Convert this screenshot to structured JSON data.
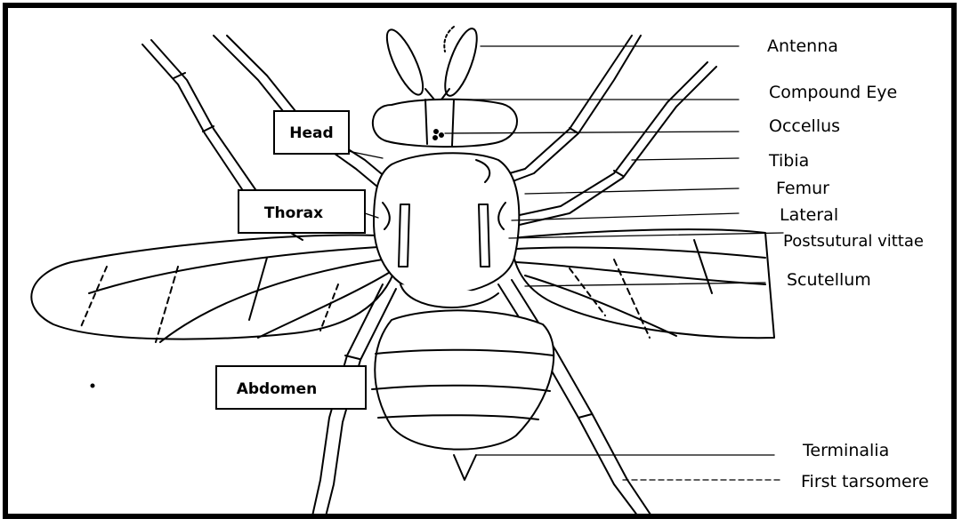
{
  "diagram": {
    "box_labels": {
      "head": "Head",
      "thorax": "Thorax",
      "abdomen": "Abdomen"
    },
    "callouts": {
      "antenna": "Antenna",
      "compound_eye": "Compound Eye",
      "occellus": "Occellus",
      "tibia": "Tibia",
      "femur": "Femur",
      "lateral": "Lateral",
      "postsutural_vittae": "Postsutural vittae",
      "scutellum": "Scutellum",
      "terminalia": "Terminalia",
      "first_tarsomere": "First tarsomere"
    }
  }
}
